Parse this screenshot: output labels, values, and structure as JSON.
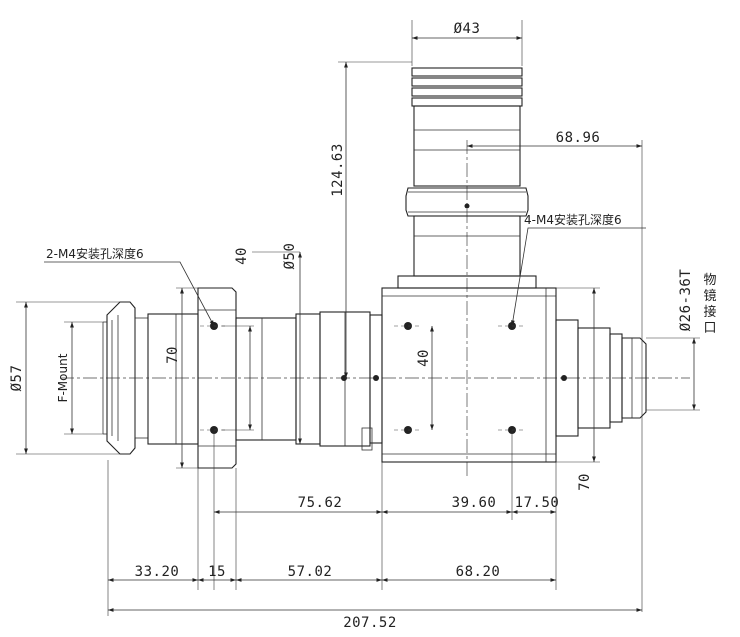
{
  "dimensions": {
    "top_diameter": "Ø43",
    "height_total": "124.63",
    "right_offset": "68.96",
    "dia_50": "Ø50",
    "height_40_top": "40",
    "height_70_left": "70",
    "height_40_mid": "40",
    "dia_57": "Ø57",
    "height_70_right": "70",
    "len_75_62": "75.62",
    "len_39_60": "39.60",
    "len_17_50": "17.50",
    "len_33_20": "33.20",
    "len_15": "15",
    "len_57_02": "57.02",
    "len_68_20": "68.20",
    "len_total": "207.52",
    "thread": "Ø26-36T"
  },
  "labels": {
    "left_holes": "2-M4安装孔深度6",
    "right_holes": "4-M4安装孔深度6",
    "mount": "F-Mount",
    "objective_interface": [
      "物",
      "镜",
      "接",
      "口"
    ]
  }
}
